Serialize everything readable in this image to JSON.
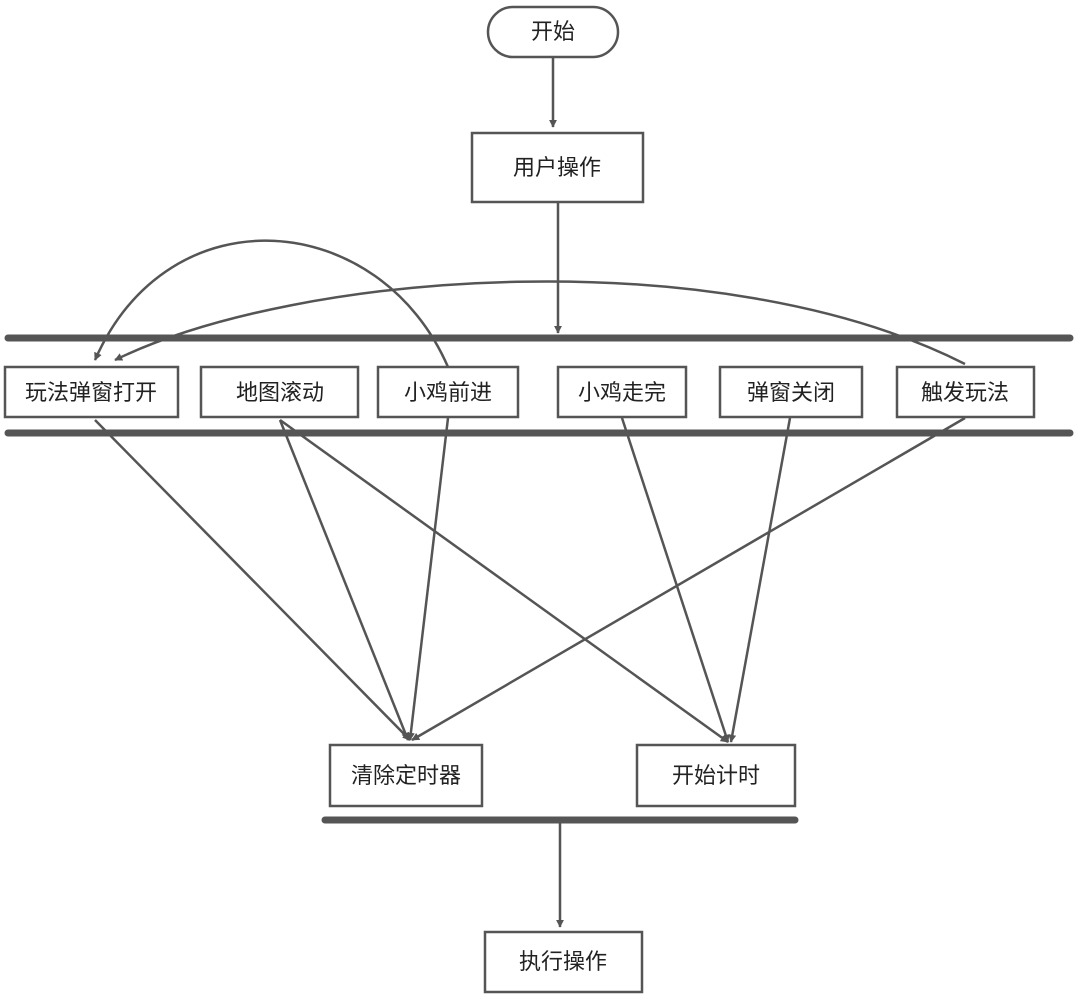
{
  "colors": {
    "line": "#555555",
    "bar": "#555555",
    "box_border": "#555555",
    "box_fill": "#ffffff",
    "text": "#222222"
  },
  "nodes": {
    "start": "开始",
    "user_op": "用户操作",
    "popup_open": "玩法弹窗打开",
    "map_scroll": "地图滚动",
    "chick_forward": "小鸡前进",
    "chick_finish": "小鸡走完",
    "popup_close": "弹窗关闭",
    "trigger_play": "触发玩法",
    "clear_timer": "清除定时器",
    "start_timer": "开始计时",
    "execute_op": "执行操作"
  }
}
